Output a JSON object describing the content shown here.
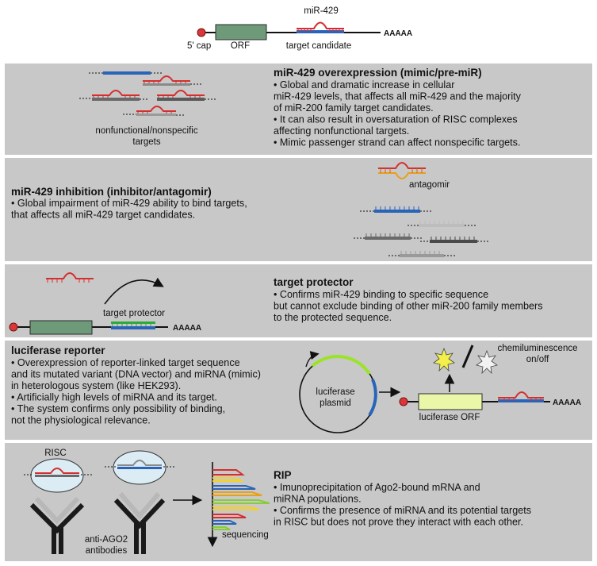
{
  "header": {
    "mirna_label": "miR-429",
    "cap_label": "5' cap",
    "orf_label": "ORF",
    "target_label": "target candidate",
    "polya": "AAAAA"
  },
  "panels": [
    {
      "id": "overexpression",
      "title": "miR-429 overexpression (mimic/pre-miR)",
      "lines": [
        "• Global and dramatic increase in cellular",
        "miR-429 levels, that affects all miR-429 and the majority",
        "of miR-200 family target candidates.",
        "• It can also result in oversaturation of RISC complexes",
        "affecting nonfunctional targets.",
        "• Mimic passenger strand can affect nonspecific targets."
      ],
      "figure_labels": [
        "nonfunctional/nonspecific",
        "targets"
      ]
    },
    {
      "id": "inhibition",
      "title": "miR-429 inhibition (inhibitor/antagomir)",
      "lines": [
        "• Global impairment of miR-429 ability to bind targets,",
        "that affects all miR-429 target candidates."
      ],
      "figure_labels": [
        "antagomir"
      ]
    },
    {
      "id": "protector",
      "title": "target protector",
      "lines": [
        "• Confirms miR-429 binding to specific sequence",
        "but cannot exclude binding of other miR-200 family members",
        "to the protected sequence."
      ],
      "figure_labels": [
        "target protector",
        "AAAAA"
      ]
    },
    {
      "id": "luciferase",
      "title": "luciferase reporter",
      "lines": [
        "• Overexpression of reporter-linked target sequence",
        "and its mutated variant (DNA vector) and miRNA (mimic)",
        "in heterologous system (like HEK293).",
        "• Artificially high levels of miRNA and its target.",
        "• The system confirms only possibility of binding,",
        "not the physiological relevance."
      ],
      "figure_labels": [
        "luciferase",
        "plasmid",
        "luciferase ORF",
        "chemiluminescence",
        "on/off",
        "AAAAA"
      ]
    },
    {
      "id": "rip",
      "title": "RIP",
      "lines": [
        "• Imunoprecipitation of Ago2-bound mRNA and",
        "miRNA populations.",
        "• Confirms the presence of miRNA and its potential targets",
        "in RISC but does not prove they interact with each other."
      ],
      "figure_labels": [
        "RISC",
        "anti-AGO2",
        "antibodies",
        "sequencing"
      ]
    }
  ],
  "colors": {
    "panel_bg": "#c8c8c8",
    "mirna": "#d62e2e",
    "target": "#2a64b8",
    "orf": "#6e9a7a",
    "luc_orf": "#eaf7a8",
    "protector": "#2eaa3c",
    "antagomir": "#e8a018"
  }
}
